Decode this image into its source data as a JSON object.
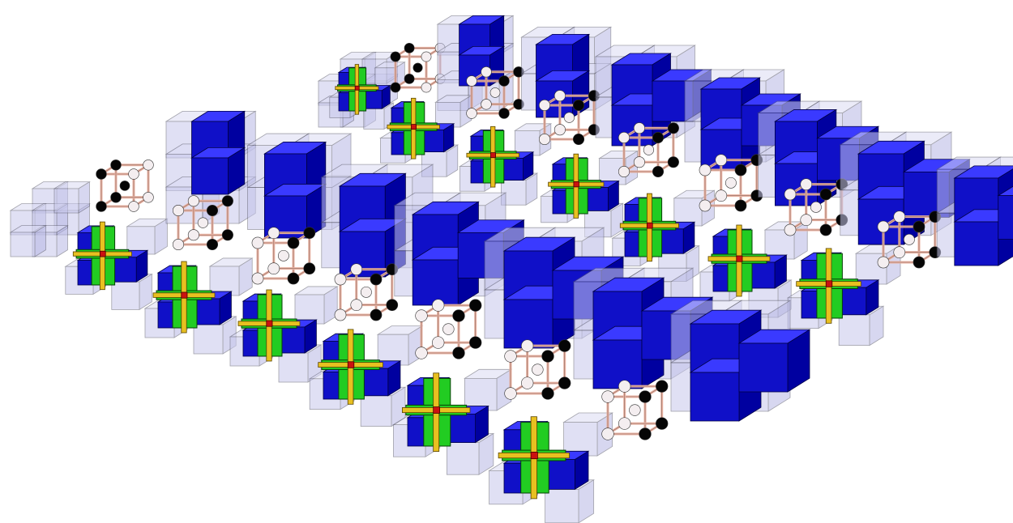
{
  "figure": {
    "description_kind": "3D cube-lattice structure array",
    "background": "#ffffff"
  },
  "colors": {
    "solid_cube": "#1010c8",
    "solid_cube_top": "#3a3aff",
    "solid_cube_side": "#0000a0",
    "ghost_cube_fill": "#c8c8ec",
    "ghost_cube_stroke": "#555566",
    "green_panel": "#22cc22",
    "yellow_beam": "#e8c020",
    "red_core": "#cc1010",
    "node_black": "#050505",
    "node_white": "#f4eef0",
    "bond": "#e8b0a0"
  },
  "rows": [
    {
      "name": "back-row",
      "items": [
        {
          "kind": "ghost-cluster",
          "color_key": "green_panel"
        },
        {
          "kind": "lattice"
        },
        {
          "kind": "block-stack",
          "variant": "tall-ghost"
        },
        {
          "kind": "lattice"
        },
        {
          "kind": "block-stack",
          "variant": "wide"
        },
        {
          "kind": "lattice"
        },
        {
          "kind": "block-stack",
          "variant": "big"
        },
        {
          "kind": "lattice"
        },
        {
          "kind": "block-stack",
          "variant": "big"
        },
        {
          "kind": "lattice"
        },
        {
          "kind": "block-stack",
          "variant": "big"
        },
        {
          "kind": "block-stack",
          "variant": "big"
        }
      ]
    },
    {
      "name": "middle-row",
      "items": [
        {
          "kind": "ghost-cluster"
        },
        {
          "kind": "lattice"
        },
        {
          "kind": "block-stack",
          "variant": "tall-ghost"
        },
        {
          "kind": "lattice"
        },
        {
          "kind": "block-stack",
          "variant": "wide"
        },
        {
          "kind": "lattice"
        },
        {
          "kind": "block-stack",
          "variant": "big"
        },
        {
          "kind": "lattice"
        },
        {
          "kind": "block-stack",
          "variant": "big"
        }
      ]
    }
  ]
}
